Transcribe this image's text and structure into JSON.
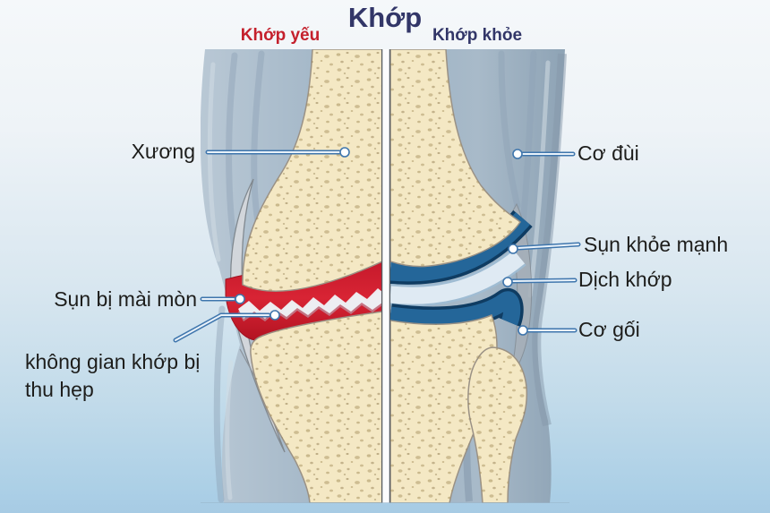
{
  "header": {
    "title": "Khớp",
    "left_condition": "Khớp yếu",
    "right_condition": "Khớp khỏe"
  },
  "annotations": {
    "left": [
      {
        "id": "bone",
        "text": "Xương"
      },
      {
        "id": "worn-cartilage",
        "text": "Sụn bị mài mòn"
      },
      {
        "id": "narrowed-joint-space",
        "text": "không gian khớp bị thu hẹp"
      }
    ],
    "right": [
      {
        "id": "thigh-muscle",
        "text": "Cơ đùi"
      },
      {
        "id": "healthy-cartilage",
        "text": "Sụn khỏe mạnh"
      },
      {
        "id": "joint-fluid",
        "text": "Dịch khớp"
      },
      {
        "id": "knee-muscle",
        "text": "Cơ gối"
      }
    ]
  },
  "colors": {
    "title_navy": "#323668",
    "condition_red": "#c4202c",
    "inflamed_cartilage_red": "#d22130",
    "healthy_cartilage_blue": "#1d5989",
    "joint_fluid_blue": "#dfeaf3",
    "bone_cream": "#f4e8c4",
    "muscle_blue_gray": "#a9bbca",
    "capsule_gray": "#d2d6db",
    "leader_line_blue": "#3f76ad",
    "background_top": "#f5f8fa",
    "background_bottom": "#a7cbe4"
  }
}
